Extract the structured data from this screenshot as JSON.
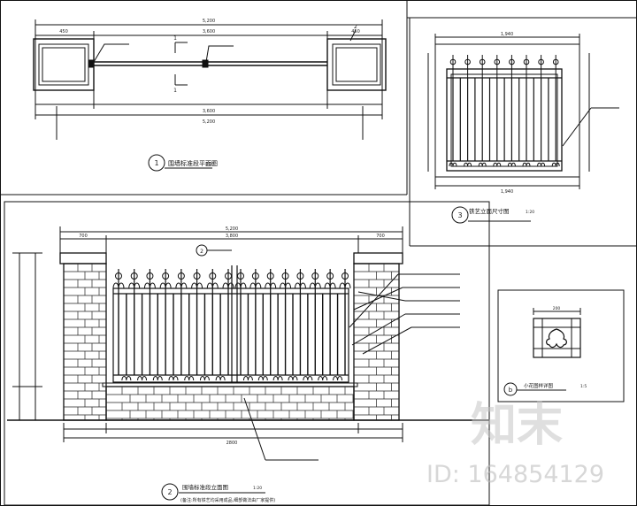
{
  "drawing": {
    "plan_title": "围墙标准段平面图",
    "plan_scale": "1:20",
    "plan_number": "1",
    "elevation_title": "围墙标准段立面图",
    "elevation_scale": "1:20",
    "elevation_number": "2",
    "elevation_note": "(备注:所有铁艺均采用成品,细部做法由厂家提供)",
    "section_title": "铁艺立面尺寸图",
    "section_scale": "1:20",
    "section_number": "3",
    "detail_title": "小花图样详图",
    "detail_scale": "1:5",
    "detail_number": "b"
  },
  "dims": {
    "plan_total_top": "5,200",
    "plan_total_bottom": "5,200",
    "plan_mid": "3,600",
    "plan_pier": "450",
    "elev_total": "5,200",
    "elev_mid": "3,800",
    "elev_pier": "700",
    "elev_base": "2800",
    "sec_top": "1,940",
    "sec_bottom": "1,940",
    "detail_w": "200"
  },
  "watermark": {
    "logo_text": "知末",
    "id_text": "ID: 164854129"
  },
  "colors": {
    "line": "#111111",
    "grid": "#333333",
    "watermark": "#bdbdbd"
  }
}
